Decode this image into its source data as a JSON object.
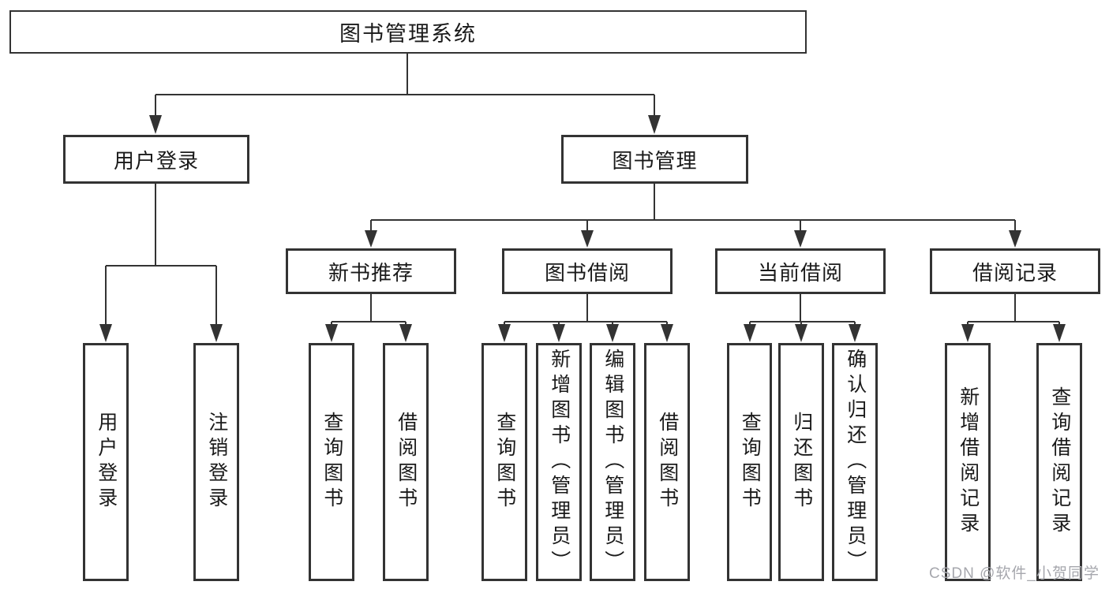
{
  "colors": {
    "line": "#333333",
    "text": "#1a1a1a",
    "background": "#ffffff",
    "watermark_gray": "#a6a7ad"
  },
  "watermark": {
    "text": "CSDN @软件_小贺同学"
  },
  "tree": {
    "root": {
      "label": "图书管理系统",
      "children": [
        {
          "label": "用户登录",
          "children": [
            {
              "label": "用户登录"
            },
            {
              "label": "注销登录"
            }
          ]
        },
        {
          "label": "图书管理",
          "children": [
            {
              "label": "新书推荐",
              "children": [
                {
                  "label": "查询图书"
                },
                {
                  "label": "借阅图书"
                }
              ]
            },
            {
              "label": "图书借阅",
              "children": [
                {
                  "label": "查询图书"
                },
                {
                  "label": "新增图书（管理员）"
                },
                {
                  "label": "编辑图书（管理员）"
                },
                {
                  "label": "借阅图书"
                }
              ]
            },
            {
              "label": "当前借阅",
              "children": [
                {
                  "label": "查询图书"
                },
                {
                  "label": "归还图书"
                },
                {
                  "label": "确认归还（管理员）"
                }
              ]
            },
            {
              "label": "借阅记录",
              "children": [
                {
                  "label": "新增借阅记录"
                },
                {
                  "label": "查询借阅记录"
                }
              ]
            }
          ]
        }
      ]
    }
  }
}
